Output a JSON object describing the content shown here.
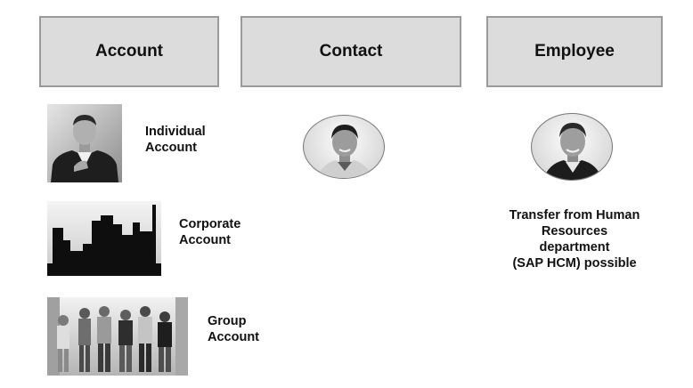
{
  "headers": {
    "account": "Account",
    "contact": "Contact",
    "employee": "Employee"
  },
  "account_types": [
    {
      "label": "Individual\nAccount",
      "icon": "individual-photo"
    },
    {
      "label": "Corporate\nAccount",
      "icon": "city-skyline-photo"
    },
    {
      "label": "Group\nAccount",
      "icon": "group-photo"
    }
  ],
  "employee_note": "Transfer from Human\nResources\ndepartment\n(SAP HCM) possible",
  "colors": {
    "header_fill": "#dcdcdc",
    "header_border": "#9a9a9a",
    "text": "#111111"
  }
}
